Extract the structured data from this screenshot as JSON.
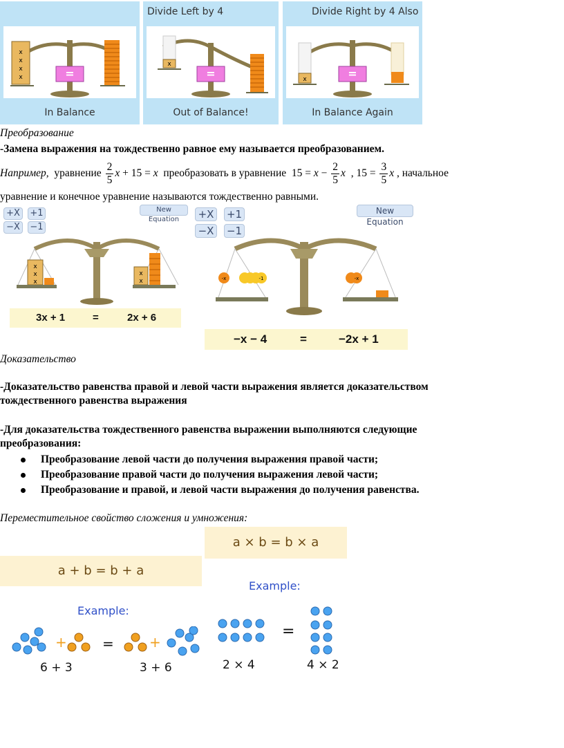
{
  "balance_panels": [
    {
      "header": "",
      "footer": "In Balance"
    },
    {
      "header": "Divide Left by 4",
      "footer": "Out of Balance!"
    },
    {
      "header": "Divide Right by 4 Also",
      "footer": "In Balance Again"
    }
  ],
  "transformation": {
    "title": "Преобразование",
    "definition": "-Замена выражения на тождественно равное ему  называется преобразованием.",
    "example_word": "Например,",
    "text_equation": "уравнение",
    "text_convert": "преобразовать в уравнение",
    "text_initial": ", начальное",
    "line2": "уравнение и конечное уравнение называются тождественно равными."
  },
  "scale_buttons": [
    "+X",
    "+1",
    "−X",
    "−1"
  ],
  "new_equation_label": "New Equation",
  "equations": [
    {
      "left": "3x + 1",
      "eq": "=",
      "right": "2x + 6"
    },
    {
      "left": "−x − 4",
      "eq": "=",
      "right": "−2x + 1"
    }
  ],
  "proof": {
    "title": "Доказательство",
    "p1a": "-Доказательство равенства правой и левой части выражения является доказательством",
    "p1b": "тождественного равенства выражения",
    "p2a": "-Для доказательства тождественного равенства выражении выполняются следующие",
    "p2b": "преобразования:",
    "bullets": [
      "Преобразование левой части до получения  выражения правой части;",
      "Преобразование правой части до получения  выражения левой части;",
      "Преобразование и правой, и левой части выражения до получения равенства."
    ]
  },
  "commutative": {
    "title": "Переместительное свойство сложения и умножения:",
    "mult": "a × b  =  b × a",
    "add": "a + b  =  b + a",
    "example_label": "Example:",
    "add_left": "6 + 3",
    "add_right": "3 + 6",
    "add_eq": "=",
    "mult_left": "2 × 4",
    "mult_right": "4 × 2",
    "mult_eq": "="
  },
  "colors": {
    "panel_blue": "#bfe3f6",
    "dot_blue": "#4aa3f0",
    "dot_orange": "#f0a020",
    "highlight": "#fcf6cf"
  }
}
